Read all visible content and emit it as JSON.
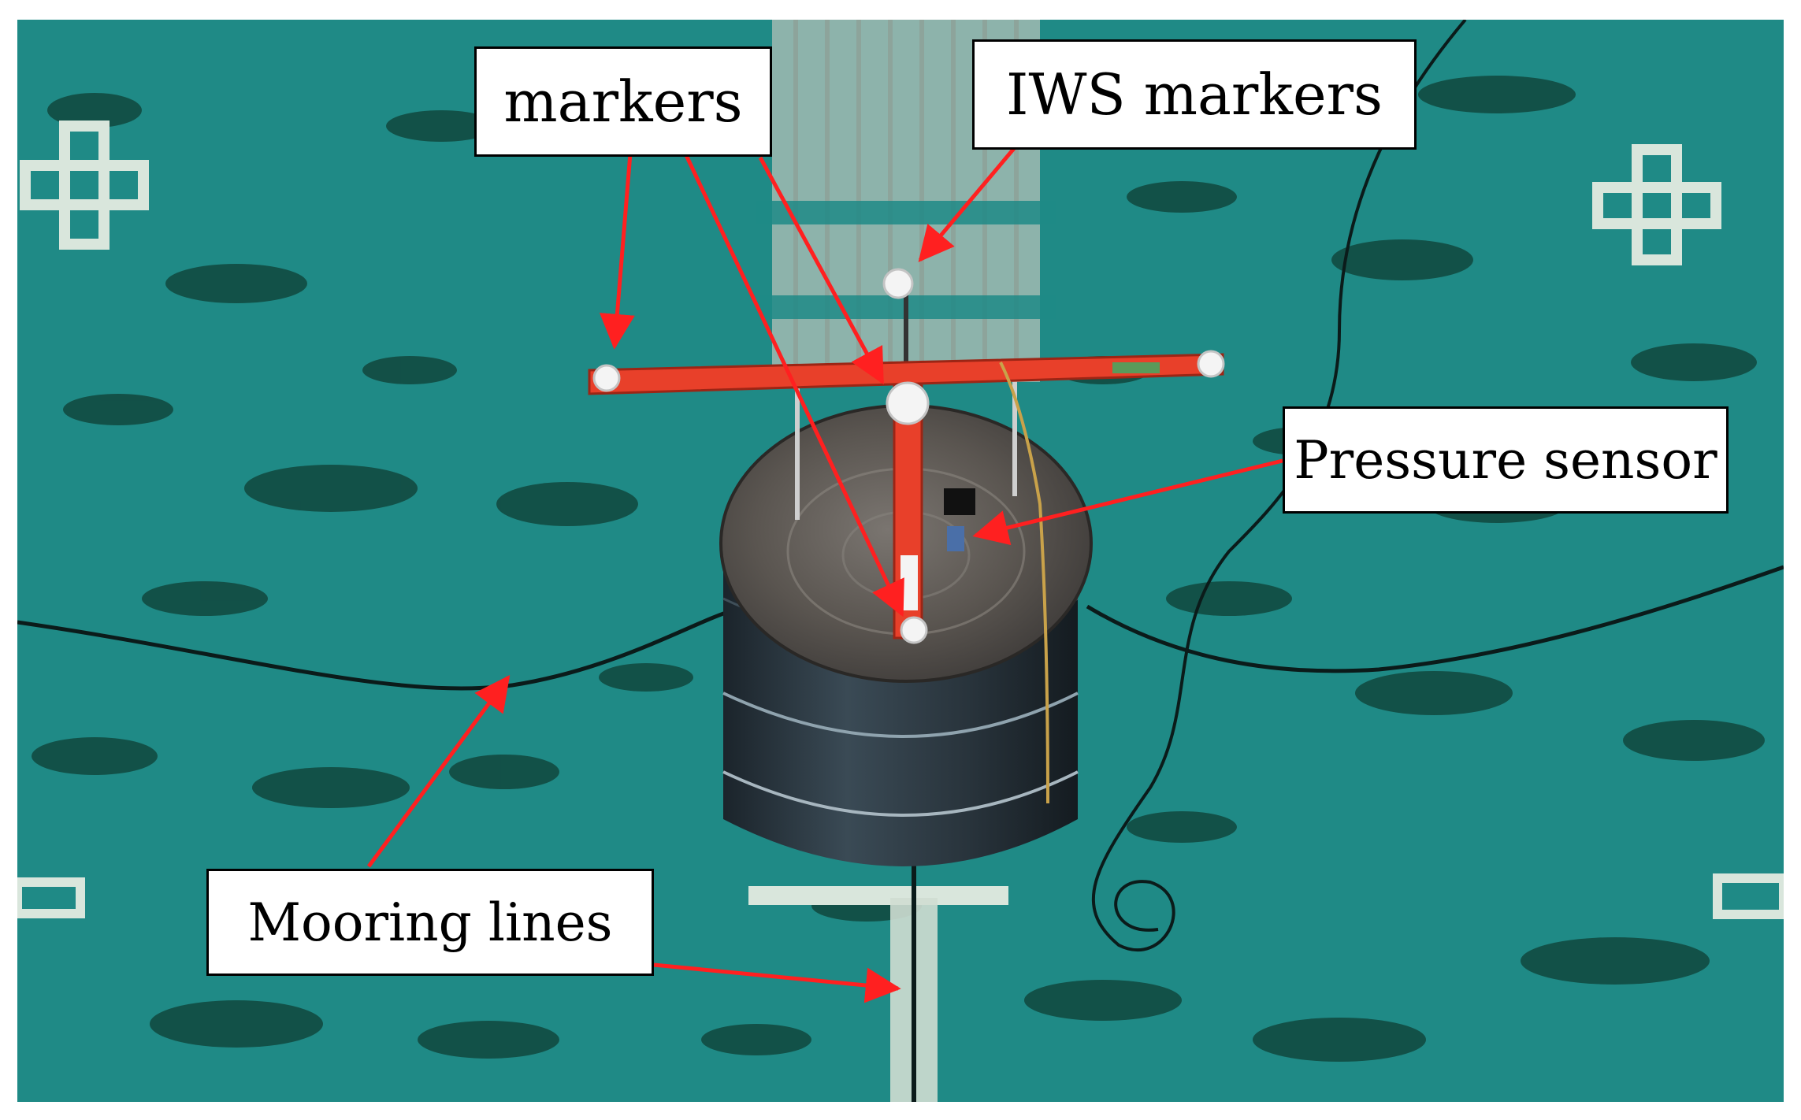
{
  "labels": {
    "markers": "markers",
    "iws_markers": "IWS markers",
    "pressure_sensor": "Pressure sensor",
    "mooring_lines": "Mooring lines"
  },
  "colors": {
    "water": "#1f8a86",
    "arrow": "#ff2020",
    "t_bar": "#e8402a",
    "buoy_top": "#5c5854",
    "buoy_body": "#26313a"
  }
}
